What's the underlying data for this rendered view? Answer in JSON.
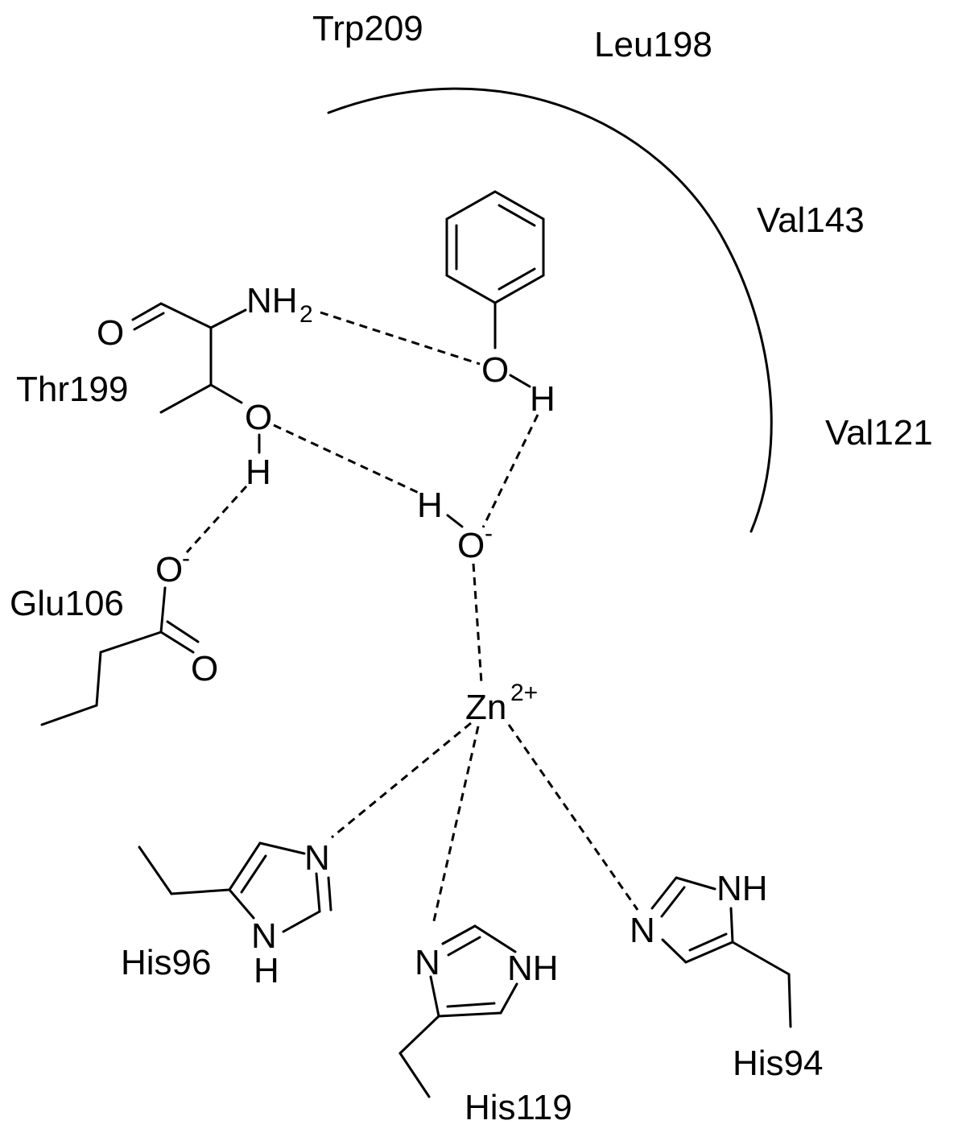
{
  "residues": {
    "trp209": "Trp209",
    "leu198": "Leu198",
    "val143": "Val143",
    "val121": "Val121",
    "thr199": "Thr199",
    "glu106": "Glu106",
    "his96": "His96",
    "his119": "His119",
    "his94": "His94"
  },
  "atoms": {
    "zinc": "Zn",
    "zinc_charge": "2+",
    "hydroxide_o": "O",
    "minus": "-",
    "h": "H",
    "o": "O",
    "nh": "NH",
    "n": "N",
    "two": "2"
  }
}
